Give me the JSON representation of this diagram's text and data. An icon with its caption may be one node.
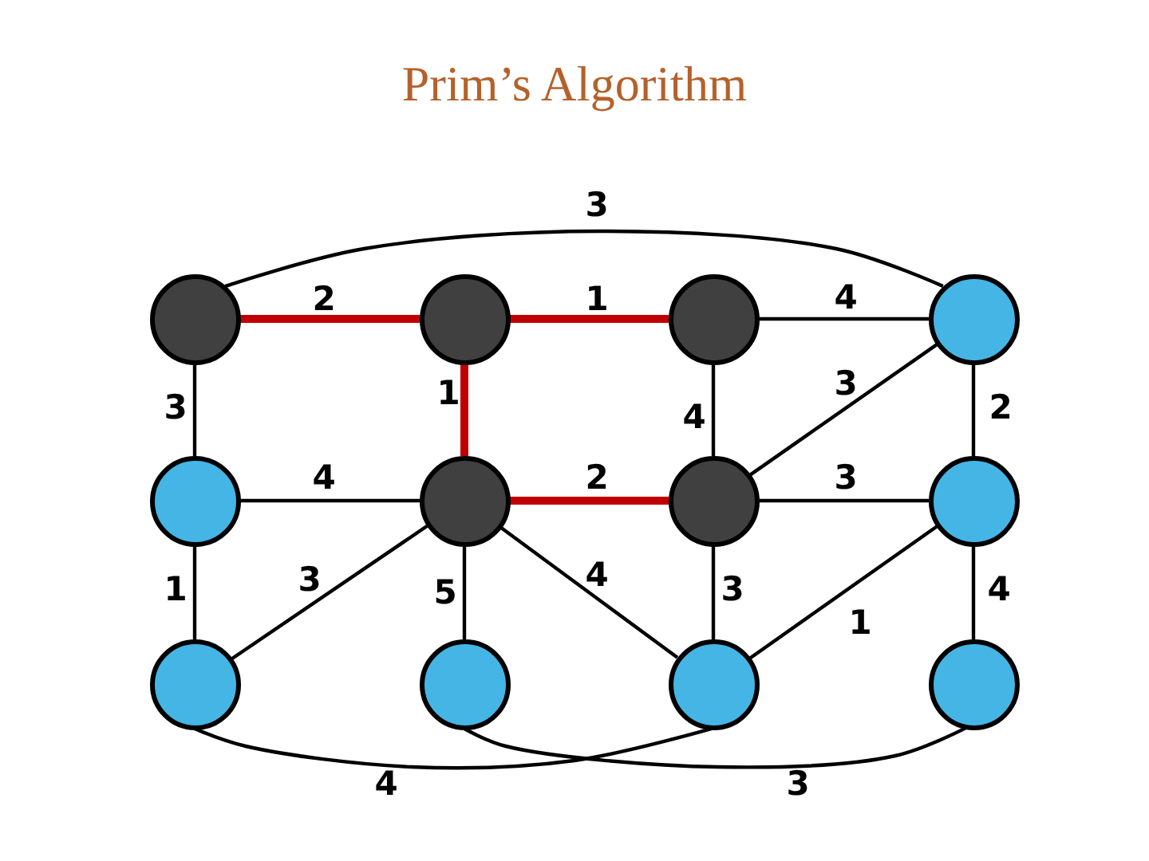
{
  "diagram": {
    "title": "Prim’s Algorithm",
    "nodes": [
      {
        "text": [],
        "shape": "circle"
      },
      {
        "text": [],
        "shape": "circle"
      },
      {
        "text": [],
        "shape": "circle"
      },
      {
        "text": [],
        "shape": "circle"
      },
      {
        "text": [],
        "shape": "circle"
      },
      {
        "text": [],
        "shape": "circle"
      },
      {
        "text": [],
        "shape": "circle"
      },
      {
        "text": [],
        "shape": "circle"
      },
      {
        "text": [],
        "shape": "circle"
      },
      {
        "text": [],
        "shape": "circle"
      },
      {
        "text": [],
        "shape": "circle"
      },
      {
        "text": [],
        "shape": "circle"
      }
    ],
    "edges": [
      {
        "from": 0,
        "to": 1,
        "arrow": "none",
        "label": "2",
        "style": "thick",
        "color": "#c00000"
      },
      {
        "from": 1,
        "to": 2,
        "arrow": "none",
        "label": "1",
        "style": "thick",
        "color": "#c00000"
      },
      {
        "from": 2,
        "to": 3,
        "arrow": "none",
        "label": "4"
      },
      {
        "from": 0,
        "to": 3,
        "arrow": "none",
        "label": "3"
      },
      {
        "from": 0,
        "to": 4,
        "arrow": "none",
        "label": "3"
      },
      {
        "from": 1,
        "to": 5,
        "arrow": "none",
        "label": "1",
        "style": "thick",
        "color": "#c00000"
      },
      {
        "from": 2,
        "to": 6,
        "arrow": "none",
        "label": "4"
      },
      {
        "from": 3,
        "to": 6,
        "arrow": "none",
        "label": "3"
      },
      {
        "from": 3,
        "to": 7,
        "arrow": "none",
        "label": "2"
      },
      {
        "from": 4,
        "to": 5,
        "arrow": "none",
        "label": "4"
      },
      {
        "from": 5,
        "to": 6,
        "arrow": "none",
        "label": "2",
        "style": "thick",
        "color": "#c00000"
      },
      {
        "from": 6,
        "to": 7,
        "arrow": "none",
        "label": "3"
      },
      {
        "from": 4,
        "to": 8,
        "arrow": "none",
        "label": "1"
      },
      {
        "from": 5,
        "to": 8,
        "arrow": "none",
        "label": "3"
      },
      {
        "from": 5,
        "to": 9,
        "arrow": "none",
        "label": "5"
      },
      {
        "from": 5,
        "to": 10,
        "arrow": "none",
        "label": "4"
      },
      {
        "from": 6,
        "to": 10,
        "arrow": "none",
        "label": "3"
      },
      {
        "from": 7,
        "to": 10,
        "arrow": "none",
        "label": "1"
      },
      {
        "from": 7,
        "to": 11,
        "arrow": "none",
        "label": "4"
      },
      {
        "from": 8,
        "to": 10,
        "arrow": "none",
        "label": "4"
      },
      {
        "from": 9,
        "to": 11,
        "arrow": "none",
        "label": "3"
      }
    ]
  }
}
